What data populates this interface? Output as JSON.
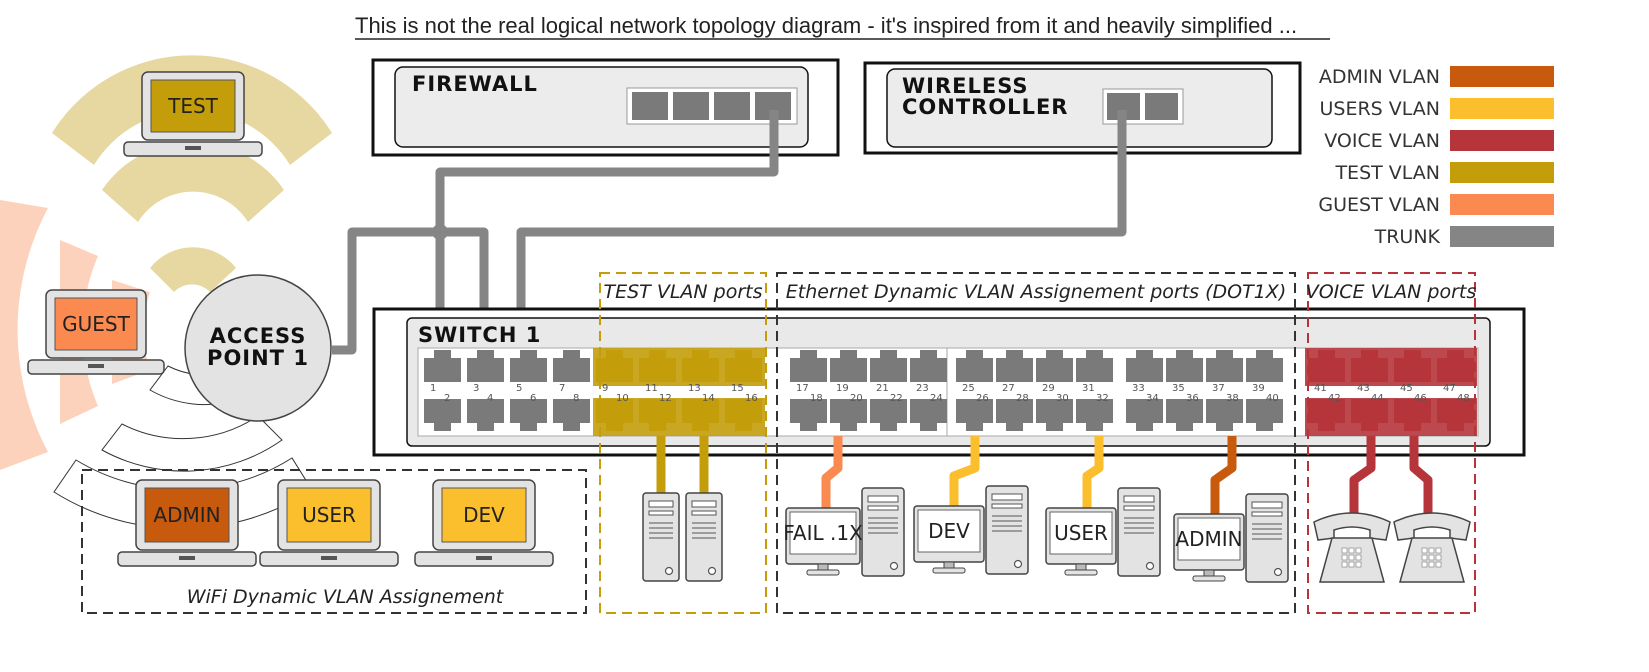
{
  "title": "This is not the real logical network topology diagram - it's inspired from it and heavily simplified ...",
  "devices": {
    "firewall": "FIREWALL",
    "wireless_controller": [
      "WIRELESS",
      "CONTROLLER"
    ],
    "switch": "SWITCH 1",
    "access_point": [
      "ACCESS",
      "POINT 1"
    ]
  },
  "legend": [
    {
      "label": "ADMIN VLAN",
      "color": "#C85A0E"
    },
    {
      "label": "USERS VLAN",
      "color": "#FBBE2D"
    },
    {
      "label": "VOICE VLAN",
      "color": "#B5353A"
    },
    {
      "label": "TEST VLAN",
      "color": "#C49D0A"
    },
    {
      "label": "GUEST VLAN",
      "color": "#FB8A50"
    },
    {
      "label": "TRUNK",
      "color": "#858585"
    }
  ],
  "port_groups": {
    "test": "TEST VLAN ports",
    "dot1x": "Ethernet Dynamic VLAN Assignement ports (DOT1X)",
    "voice": "VOICE VLAN ports",
    "wifi": "WiFi Dynamic VLAN Assignement"
  },
  "port_numbers": {
    "top": [
      "1",
      "3",
      "5",
      "7",
      "9",
      "11",
      "13",
      "15",
      "17",
      "19",
      "21",
      "23",
      "25",
      "27",
      "29",
      "31",
      "33",
      "35",
      "37",
      "39",
      "41",
      "43",
      "45",
      "47"
    ],
    "bottom": [
      "2",
      "4",
      "6",
      "8",
      "10",
      "12",
      "14",
      "16",
      "18",
      "20",
      "22",
      "24",
      "26",
      "28",
      "30",
      "32",
      "34",
      "36",
      "38",
      "40",
      "42",
      "44",
      "46",
      "48"
    ]
  },
  "laptops": {
    "test": "TEST",
    "guest": "GUEST",
    "admin": "ADMIN",
    "user": "USER",
    "dev": "DEV"
  },
  "wired_pcs": {
    "fail": "FAIL .1X",
    "dev": "DEV",
    "user": "USER",
    "admin": "ADMIN"
  },
  "colors": {
    "trunk": "#858585",
    "test": "#C49D0A",
    "users": "#FBBE2D",
    "admin": "#C85A0E",
    "voice": "#B5353A",
    "guest": "#FB8A50",
    "wifi_test_arc": "#E6D8A0",
    "wifi_guest_arc": "#FDD2BD",
    "port_gray": "#7A7A7A"
  }
}
